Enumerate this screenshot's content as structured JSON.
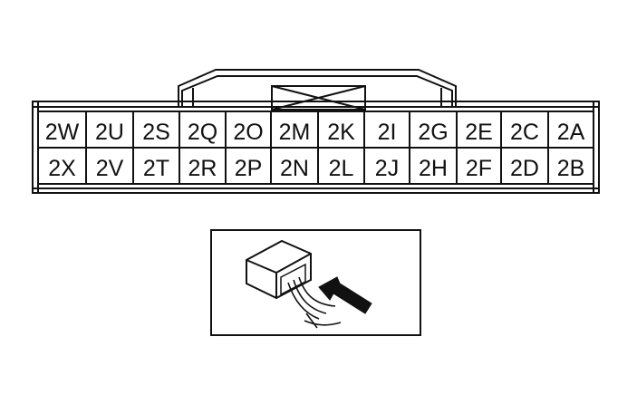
{
  "connector": {
    "top_row": [
      "2W",
      "2U",
      "2S",
      "2Q",
      "2O",
      "2M",
      "2K",
      "2I",
      "2G",
      "2E",
      "2C",
      "2A"
    ],
    "bottom_row": [
      "2X",
      "2V",
      "2T",
      "2R",
      "2P",
      "2N",
      "2L",
      "2J",
      "2H",
      "2F",
      "2D",
      "2B"
    ]
  },
  "inset": {
    "description_icon": "connector-probe-insertion-arrow-icon"
  },
  "colors": {
    "line": "#111111",
    "background": "#ffffff"
  }
}
